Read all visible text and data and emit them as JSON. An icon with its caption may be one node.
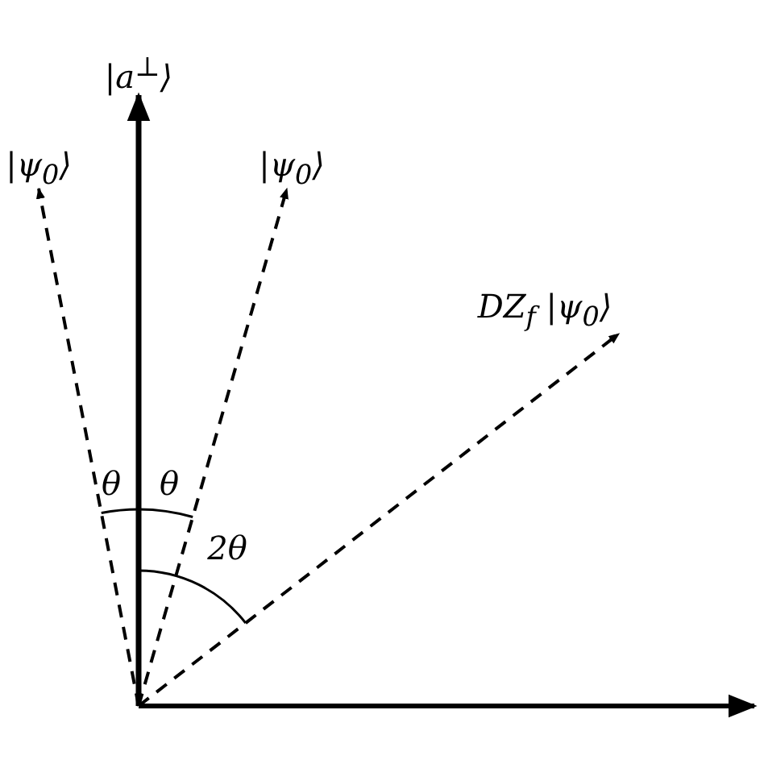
{
  "diagram": {
    "nodes": [
      {
        "text": [
          "|a$^{⊥}$⟩"
        ]
      },
      {
        "text": [
          "|ψ$_{0}$⟩"
        ]
      },
      {
        "text": [
          "|ψ$_{0}$⟩"
        ]
      },
      {
        "text": [
          "DZ$_{f}$ |ψ$_{0}$⟩"
        ]
      }
    ],
    "edges": [
      {
        "from": null,
        "to": 0,
        "arrow": "to"
      },
      {
        "from": null,
        "to": 1,
        "arrow": "to",
        "style": "dashed"
      },
      {
        "from": null,
        "to": 2,
        "arrow": "to",
        "style": "dashed"
      },
      {
        "from": null,
        "to": 3,
        "arrow": "to",
        "style": "dashed"
      }
    ],
    "labels": [
      "θ",
      "θ",
      "2θ"
    ]
  }
}
